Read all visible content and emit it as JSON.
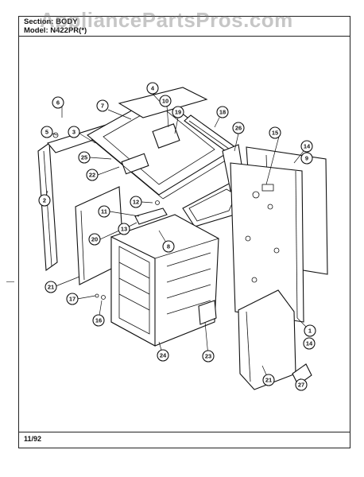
{
  "header": {
    "section_label": "Section: BODY",
    "model_label": "Model: N422PR(*)"
  },
  "watermark": "AppliancePartsPros.com",
  "footer": {
    "date": "11/92"
  },
  "callouts": [
    "1",
    "2",
    "3",
    "4",
    "5",
    "6",
    "7",
    "8",
    "9",
    "10",
    "11",
    "12",
    "13",
    "14",
    "14",
    "15",
    "16",
    "17",
    "18",
    "19",
    "20",
    "21",
    "21",
    "22",
    "23",
    "24",
    "25",
    "26",
    "27"
  ]
}
